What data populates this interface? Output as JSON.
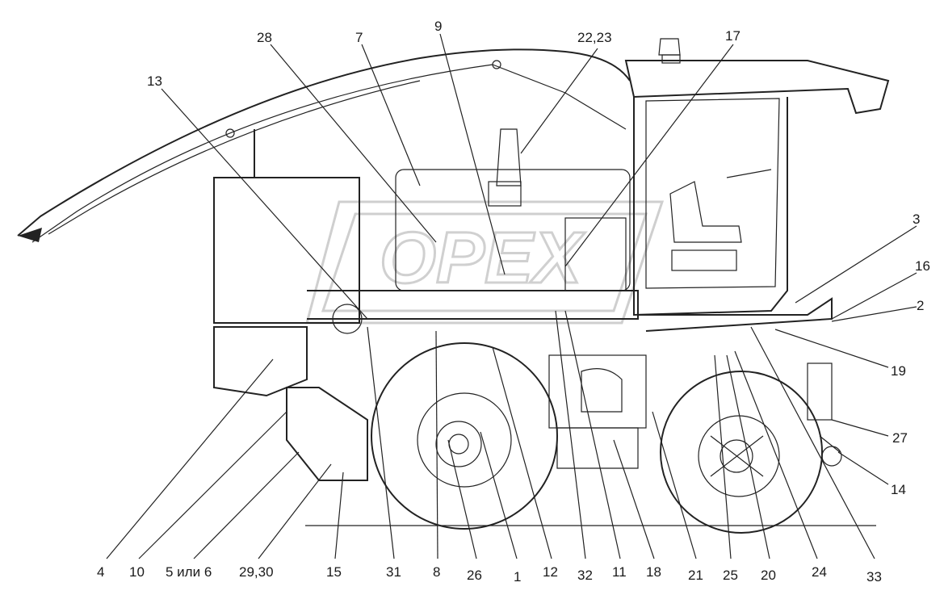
{
  "diagram": {
    "labels": [
      {
        "id": "l4",
        "text": "4"
      },
      {
        "id": "l10",
        "text": "10"
      },
      {
        "id": "l5or6",
        "text": "5 или 6"
      },
      {
        "id": "l2930",
        "text": "29,30"
      },
      {
        "id": "l15",
        "text": "15"
      },
      {
        "id": "l31",
        "text": "31"
      },
      {
        "id": "l8",
        "text": "8"
      },
      {
        "id": "l26",
        "text": "26"
      },
      {
        "id": "l1",
        "text": "1"
      },
      {
        "id": "l12",
        "text": "12"
      },
      {
        "id": "l32",
        "text": "32"
      },
      {
        "id": "l11",
        "text": "11"
      },
      {
        "id": "l18",
        "text": "18"
      },
      {
        "id": "l21",
        "text": "21"
      },
      {
        "id": "l25",
        "text": "25"
      },
      {
        "id": "l20",
        "text": "20"
      },
      {
        "id": "l24",
        "text": "24"
      },
      {
        "id": "l33",
        "text": "33"
      },
      {
        "id": "l13",
        "text": "13"
      },
      {
        "id": "l28",
        "text": "28"
      },
      {
        "id": "l7",
        "text": "7"
      },
      {
        "id": "l9",
        "text": "9"
      },
      {
        "id": "l2223",
        "text": "22,23"
      },
      {
        "id": "l17",
        "text": "17"
      },
      {
        "id": "l3",
        "text": "3"
      },
      {
        "id": "l16",
        "text": "16"
      },
      {
        "id": "l2",
        "text": "2"
      },
      {
        "id": "l19",
        "text": "19"
      },
      {
        "id": "l27",
        "text": "27"
      },
      {
        "id": "l14",
        "text": "14"
      }
    ],
    "watermark": "OPEX"
  }
}
